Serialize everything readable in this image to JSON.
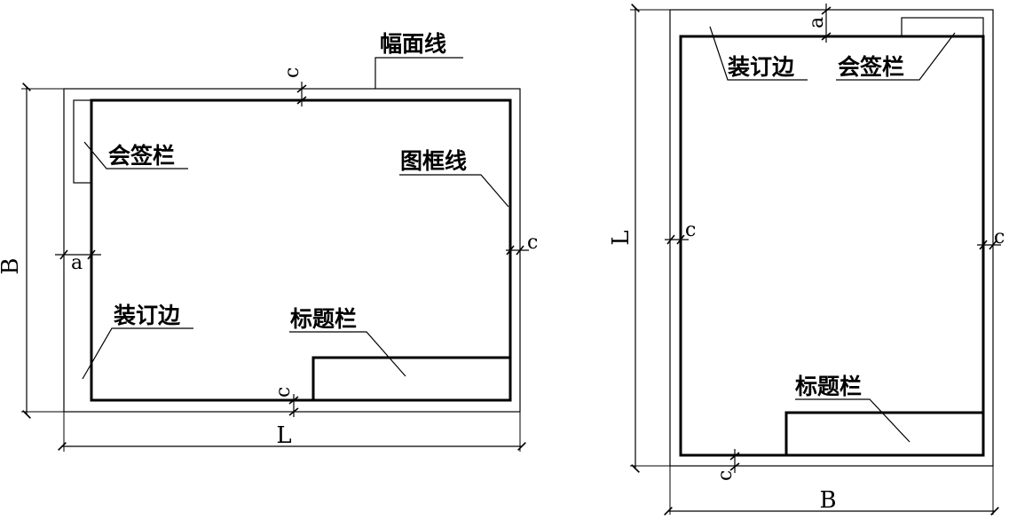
{
  "colors": {
    "line": "#000000",
    "background": "#ffffff"
  },
  "labels": {
    "trim_line": "幅面线",
    "countersign_block": "会签栏",
    "frame_line": "图框线",
    "binding_edge": "装订边",
    "title_block": "标题栏"
  },
  "dims": {
    "a": "a",
    "c": "c",
    "L": "L",
    "B": "B"
  }
}
